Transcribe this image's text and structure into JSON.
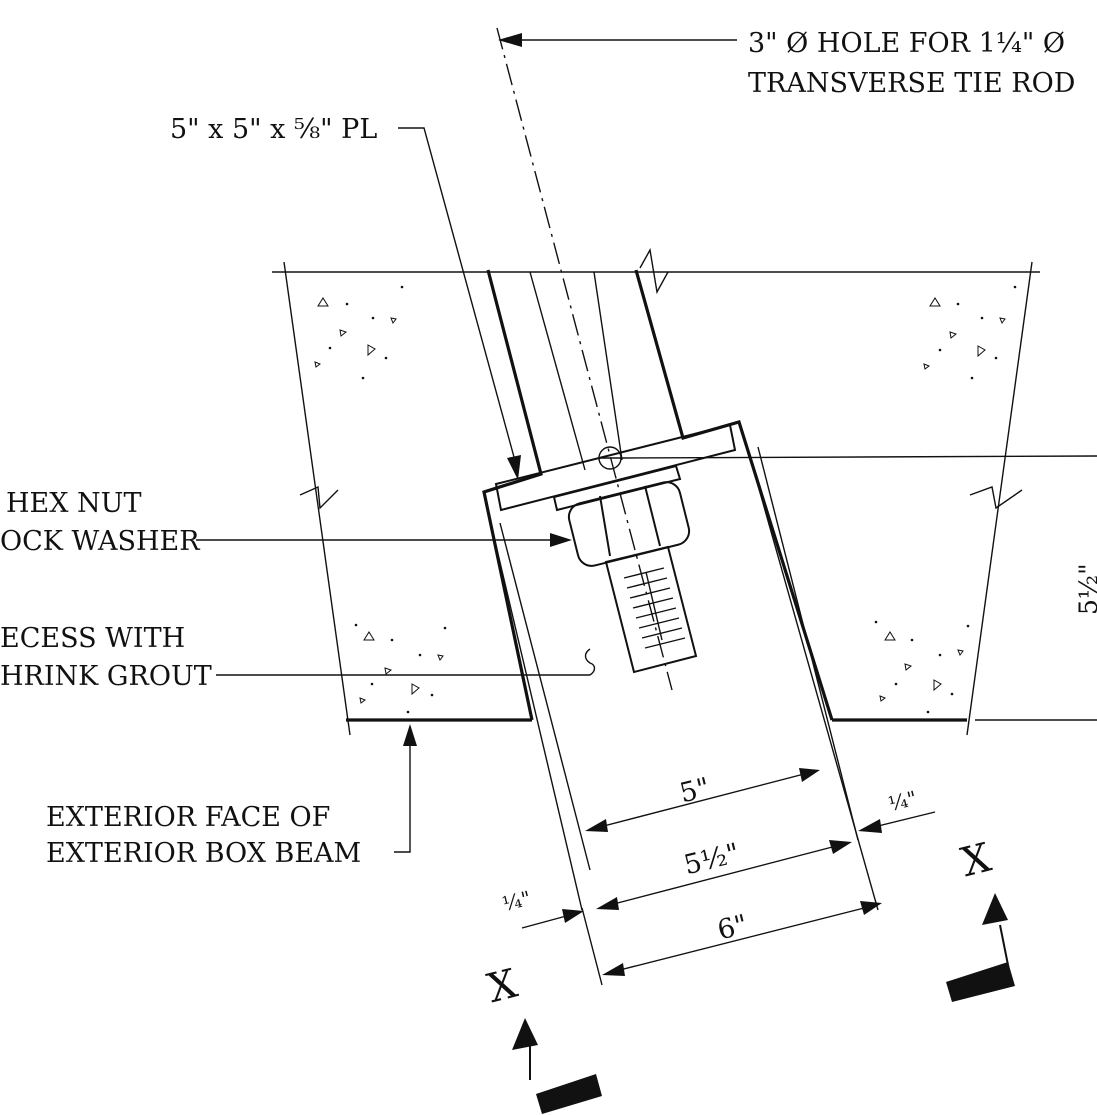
{
  "labels": {
    "hole_line1": "3\" Ø HOLE FOR 1¼\" Ø",
    "hole_line2": "TRANSVERSE TIE ROD",
    "plate": "5\" x 5\" x ⅝\" PL",
    "nut_line1": "HEX NUT",
    "nut_line2": "OCK WASHER",
    "grout_line1": "ECESS WITH",
    "grout_line2": "HRINK GROUT",
    "face_line1": "EXTERIOR FACE OF",
    "face_line2": "EXTERIOR BOX BEAM",
    "dim_5": "5\"",
    "dim_5_5": "5½\"",
    "dim_6": "6\"",
    "dim_quarter_right": "¼\"",
    "dim_quarter_left": "¼\"",
    "dim_vertical": "5½\"",
    "section_left": "X",
    "section_right": "X"
  }
}
